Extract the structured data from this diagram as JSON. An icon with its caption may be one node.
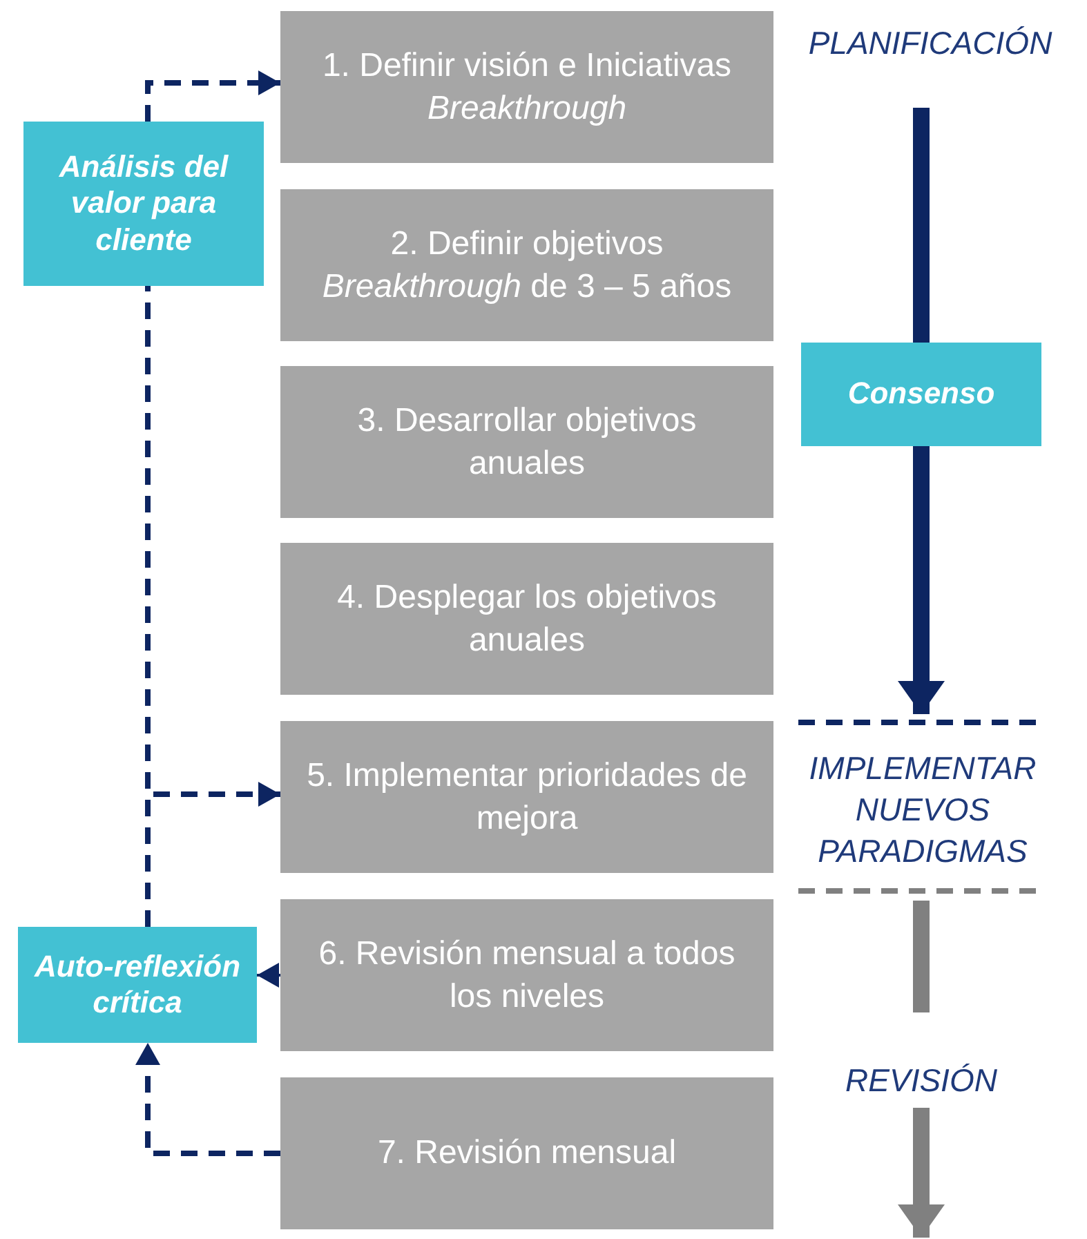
{
  "diagram": {
    "nodes": [
      {
        "text": [
          "1. Definir visión e Iniciativas *Breakthrough*"
        ]
      },
      {
        "text": [
          "2. Definir objetivos *Breakthrough* de 3 – 5 años"
        ]
      },
      {
        "text": [
          "3. Desarrollar objetivos anuales"
        ]
      },
      {
        "text": [
          "4. Desplegar los objetivos anuales"
        ]
      },
      {
        "text": [
          "5. Implementar prioridades de mejora"
        ]
      },
      {
        "text": [
          "6. Revisión mensual a todos los niveles"
        ]
      },
      {
        "text": [
          "7. Revisión mensual"
        ]
      },
      {
        "text": [
          "Análisis del valor para cliente"
        ]
      },
      {
        "text": [
          "Auto-reflexión crítica"
        ]
      },
      {
        "text": [
          "PLANIFICACIÓN"
        ]
      },
      {
        "text": [
          "Consenso"
        ]
      },
      {
        "text": [
          "IMPLEMENTAR NUEVOS PARADIGMAS"
        ]
      },
      {
        "text": [
          "REVISIÓN"
        ]
      }
    ],
    "edges": [
      {
        "from": 6,
        "to": 8,
        "arrow": "to",
        "style": "dashed"
      },
      {
        "from": 8,
        "to": 7,
        "arrow": "none",
        "style": "dashed"
      },
      {
        "from": 8,
        "to": 4,
        "arrow": "to",
        "style": "dashed"
      },
      {
        "from": 7,
        "to": 0,
        "arrow": "to",
        "style": "dashed"
      },
      {
        "from": 5,
        "to": 8,
        "arrow": "to"
      },
      {
        "from": 9,
        "to": 10,
        "arrow": "none",
        "style": "thick"
      },
      {
        "from": 10,
        "to": 11,
        "arrow": "to",
        "style": "thick"
      },
      {
        "from": 11,
        "to": 12,
        "arrow": "none",
        "style": "thick",
        "color": "#808080"
      },
      {
        "from": 12,
        "to": null,
        "arrow": "to",
        "style": "thick",
        "color": "#808080"
      }
    ]
  }
}
